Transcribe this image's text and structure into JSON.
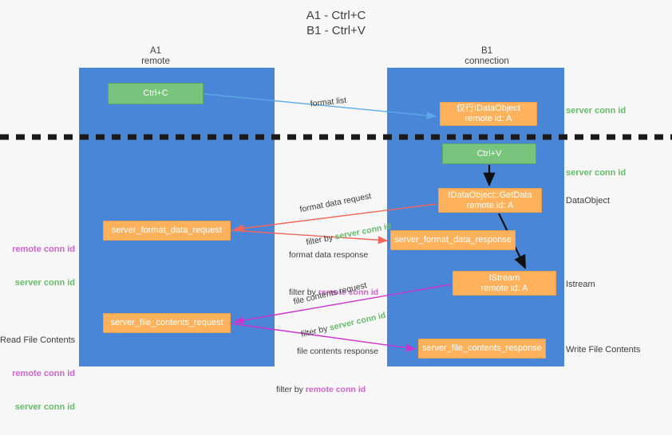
{
  "title": "A1 - Ctrl+C\nB1 - Ctrl+V",
  "lanes": {
    "left": {
      "name": "A1",
      "sub": "remote",
      "header": "A1\nremote"
    },
    "right": {
      "name": "B1",
      "sub": "connection",
      "header": "B1\nconnection"
    }
  },
  "nodes": {
    "ctrl_c": "Ctrl+C",
    "ctrl_v": "Ctrl+V",
    "idataobject": "仅行IDataObject\nremote id: A",
    "getdata": "IDataObject::GetData\nremote id: A",
    "istream": "IStream\nremote id: A",
    "server_format_data_request": "server_format_data_request",
    "server_format_data_response": "server_format_data_response",
    "server_file_contents_request": "server_file_contents_request",
    "server_file_contents_response": "server_file_contents_response"
  },
  "edge_labels": {
    "format_list": "format list",
    "format_data_request": "format data request",
    "format_data_response": "format data response",
    "file_contents_request": "file contents request",
    "file_contents_response": "file contents response",
    "filter_by": "filter by ",
    "server_conn_id": "server conn id",
    "remote_conn_id": "remote conn id"
  },
  "annotations": {
    "right_1": "server conn id",
    "right_2": "server conn id",
    "right_3": "DataObject",
    "right_4": "Istream",
    "right_5": "Write File Contents",
    "left_read_file_contents": "Read File Contents",
    "left_remote_conn_id": "remote conn id",
    "left_server_conn_id": "server conn id"
  },
  "colors": {
    "lane": "#4a86d8",
    "green_box": "#78c47d",
    "orange_box": "#ffb25b",
    "server_conn_id": "#67bb6a",
    "remote_conn_id": "#cc66cc",
    "format_list_arrow": "#5aa9e6",
    "format_data_arrow": "#f4665a",
    "file_contents_arrow": "#cc33cc",
    "black_arrow": "#111111",
    "background": "#f7f7f7"
  }
}
